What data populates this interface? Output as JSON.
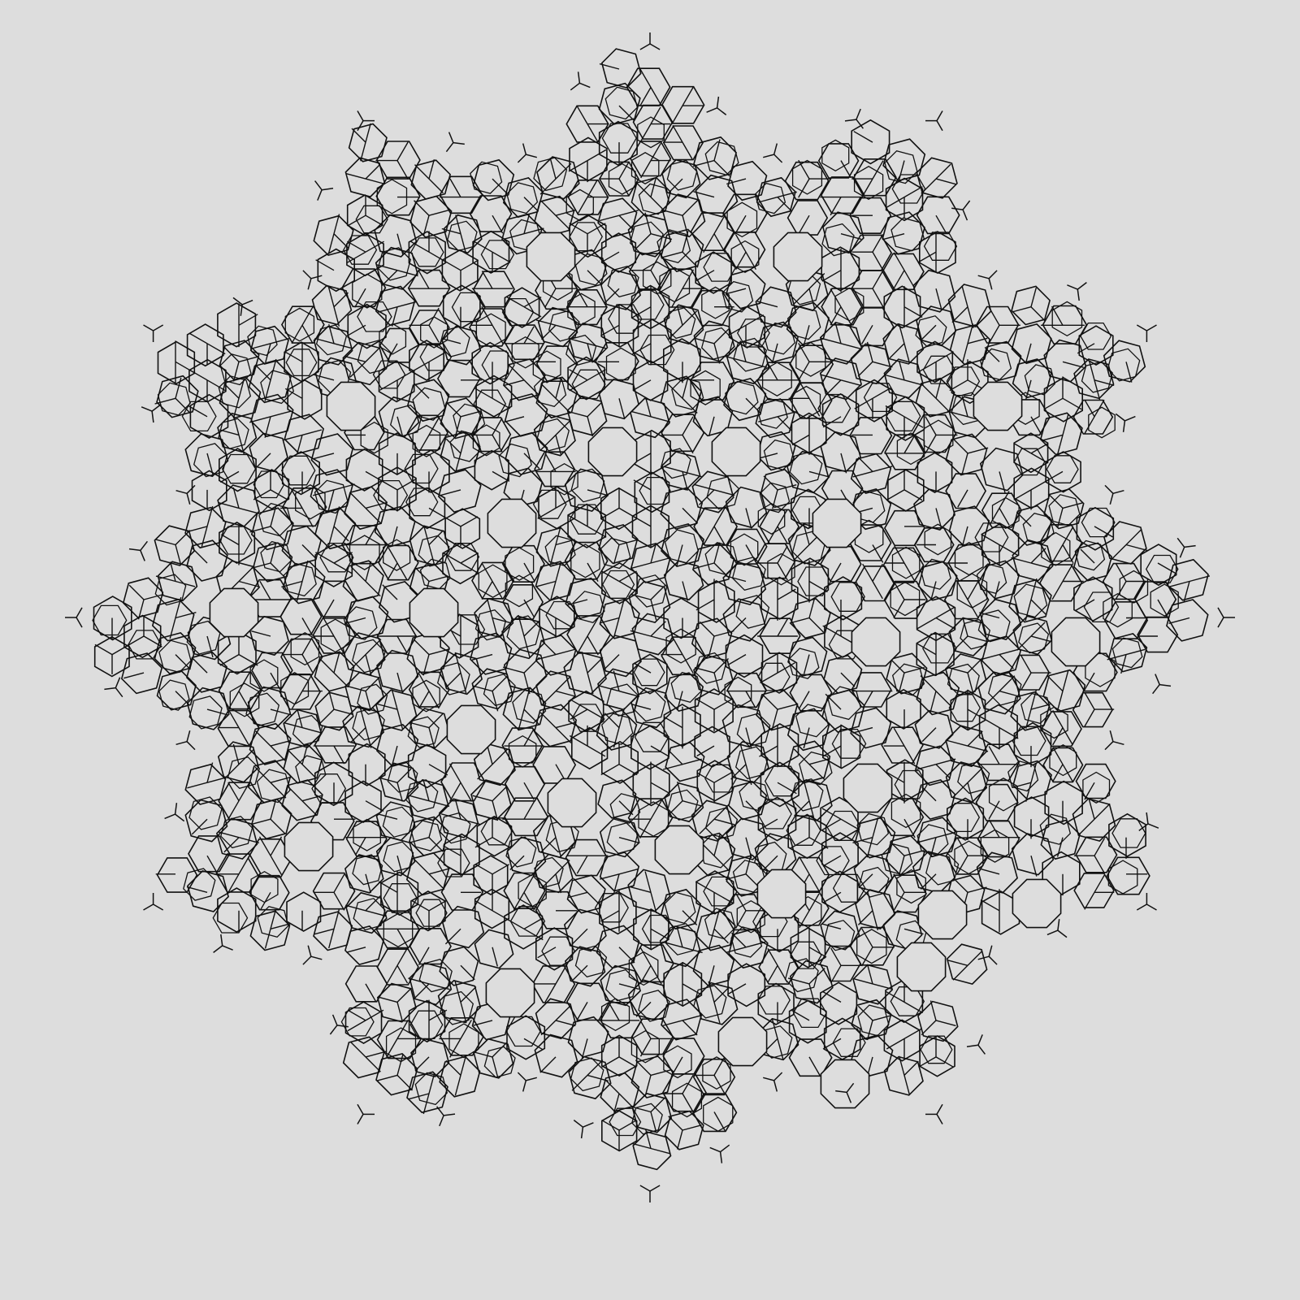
{
  "figure": {
    "kind": "aperiodic-tiling",
    "description_visible_text": "",
    "tile_shape": "hexagonal-rhombus-cluster",
    "rotational_symmetry": 12,
    "void_shape": "octagon"
  },
  "colors": {
    "background": "#dddddd",
    "stroke": "#111111",
    "void_fill": "#dddddd"
  },
  "icons": {
    "fringe": "y-branch-icon"
  }
}
